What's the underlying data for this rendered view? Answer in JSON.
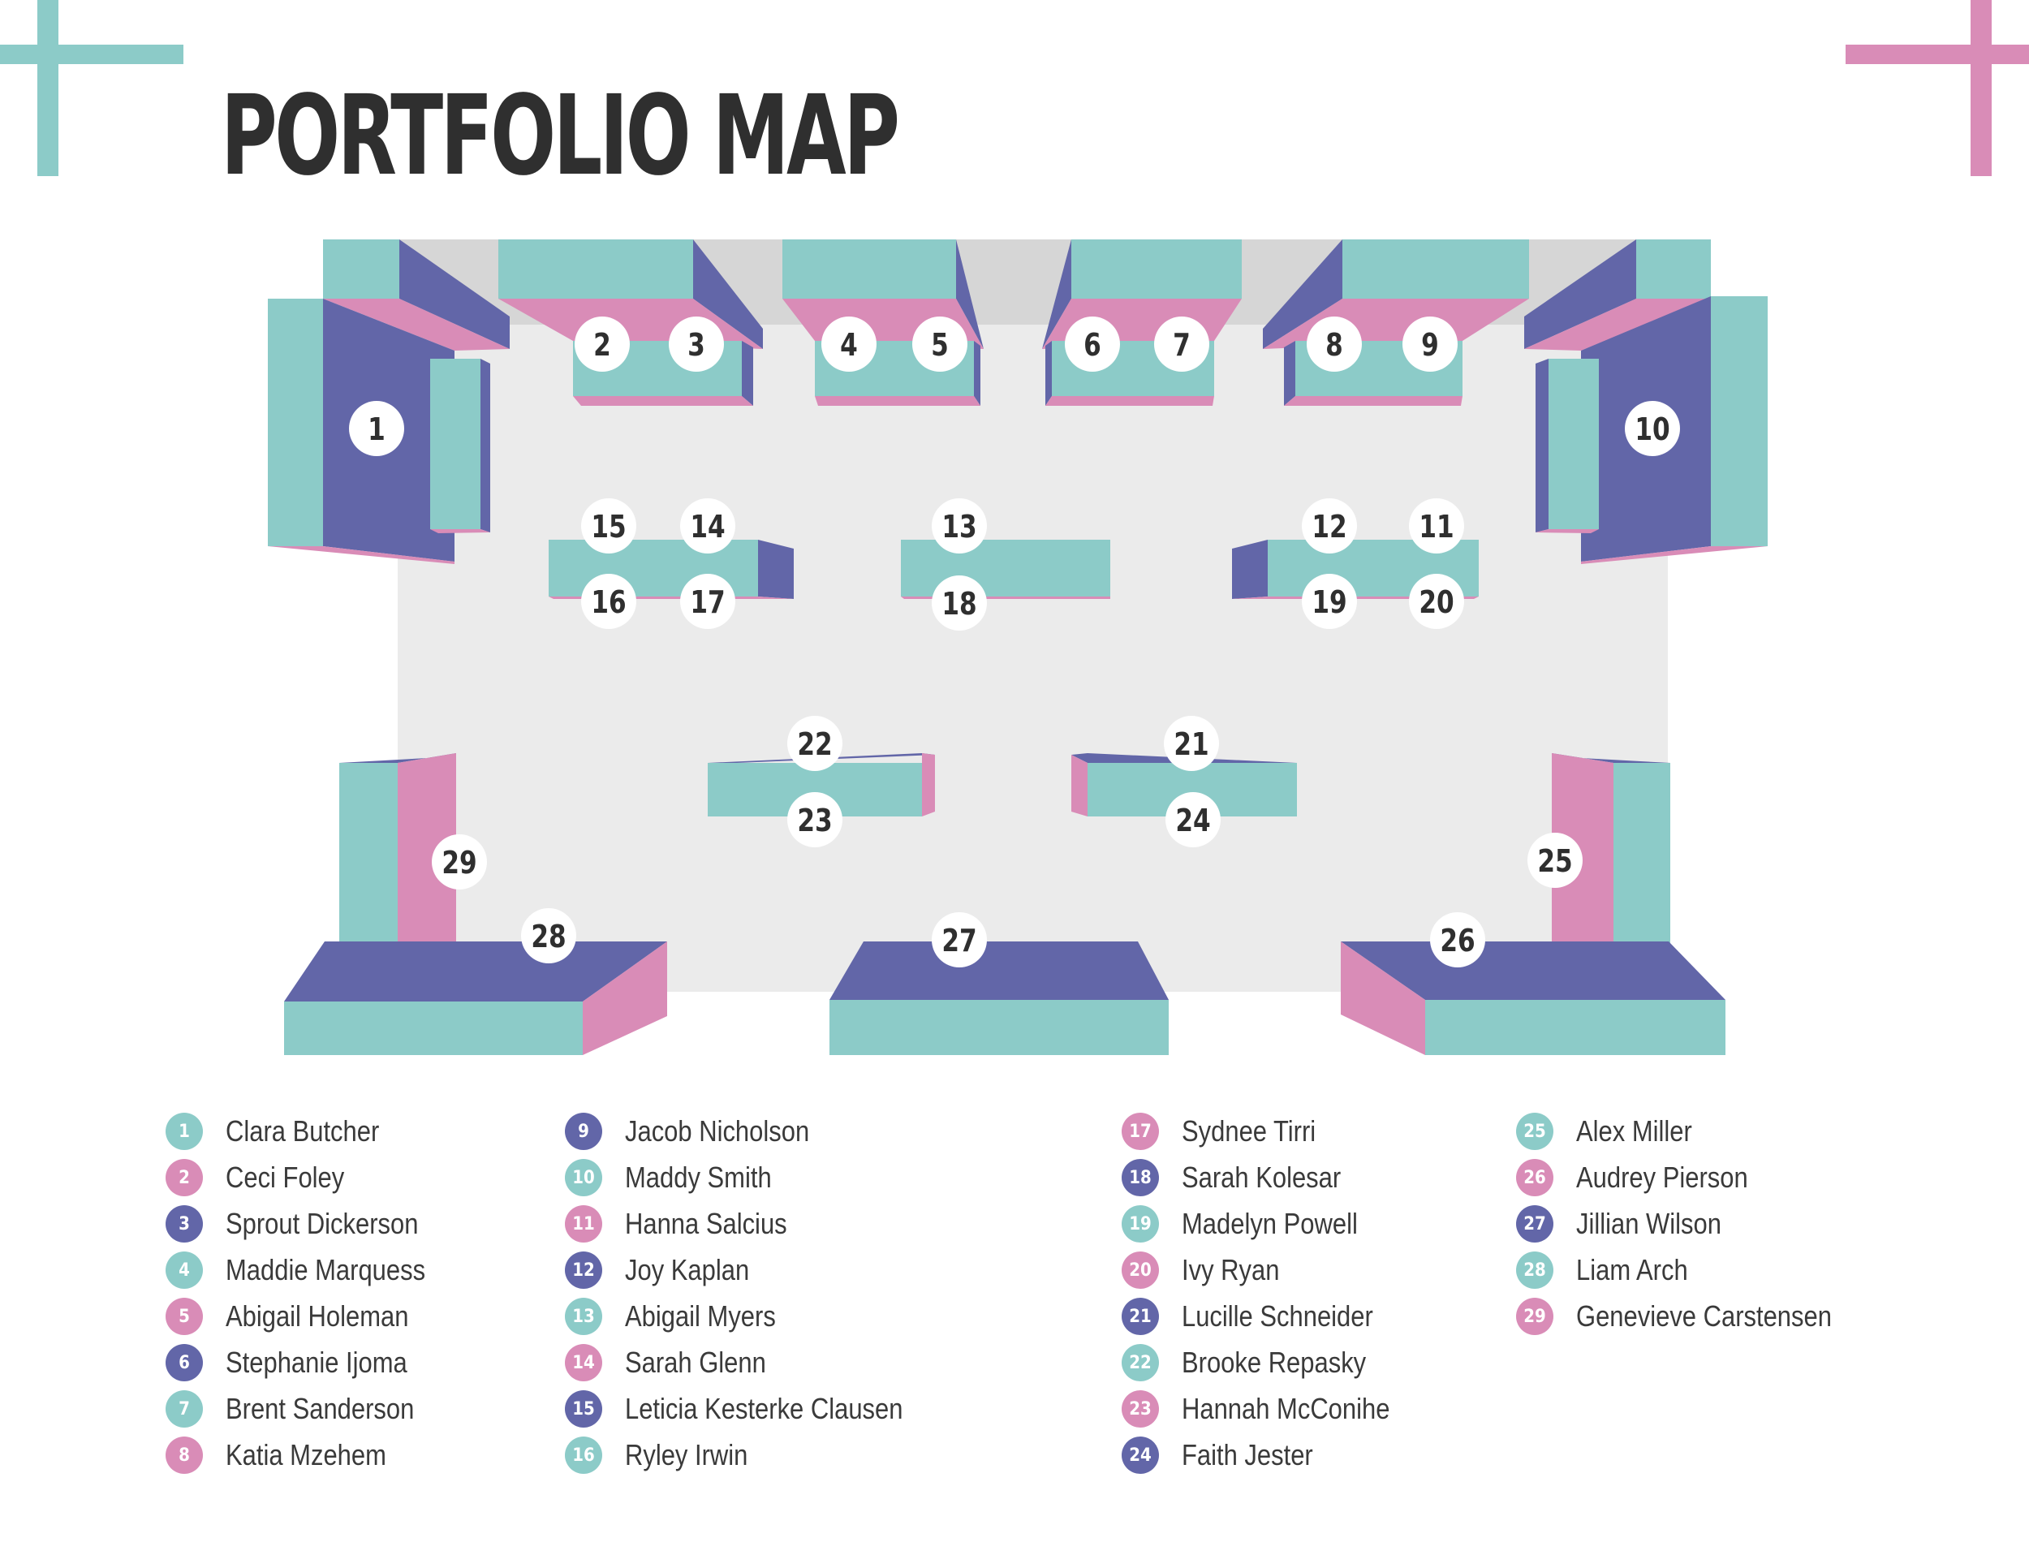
{
  "title": "PORTFOLIO MAP",
  "colors": {
    "teal": "#8ccbc8",
    "pink": "#d98cb7",
    "purple": "#6266a8",
    "floor": "#ebebeb",
    "wall": "#d6d6d6",
    "title": "#2f2f2f"
  },
  "decor": [
    "plus-mark-teal",
    "plus-mark-pink"
  ],
  "markers": [
    "1",
    "2",
    "3",
    "4",
    "5",
    "6",
    "7",
    "8",
    "9",
    "10",
    "11",
    "12",
    "13",
    "14",
    "15",
    "16",
    "17",
    "18",
    "19",
    "20",
    "21",
    "22",
    "23",
    "24",
    "25",
    "26",
    "27",
    "28",
    "29"
  ],
  "legend": [
    {
      "num": "1",
      "name": "Clara Butcher",
      "color": "teal"
    },
    {
      "num": "2",
      "name": "Ceci Foley",
      "color": "pink"
    },
    {
      "num": "3",
      "name": "Sprout Dickerson",
      "color": "purple"
    },
    {
      "num": "4",
      "name": "Maddie Marquess",
      "color": "teal"
    },
    {
      "num": "5",
      "name": "Abigail Holeman",
      "color": "pink"
    },
    {
      "num": "6",
      "name": "Stephanie Ijoma",
      "color": "purple"
    },
    {
      "num": "7",
      "name": "Brent Sanderson",
      "color": "teal"
    },
    {
      "num": "8",
      "name": "Katia Mzehem",
      "color": "pink"
    },
    {
      "num": "9",
      "name": "Jacob Nicholson",
      "color": "purple"
    },
    {
      "num": "10",
      "name": "Maddy Smith",
      "color": "teal"
    },
    {
      "num": "11",
      "name": "Hanna Salcius",
      "color": "pink"
    },
    {
      "num": "12",
      "name": "Joy Kaplan",
      "color": "purple"
    },
    {
      "num": "13",
      "name": "Abigail Myers",
      "color": "teal"
    },
    {
      "num": "14",
      "name": "Sarah Glenn",
      "color": "pink"
    },
    {
      "num": "15",
      "name": "Leticia Kesterke Clausen",
      "color": "purple"
    },
    {
      "num": "16",
      "name": "Ryley Irwin",
      "color": "teal"
    },
    {
      "num": "17",
      "name": "Sydnee Tirri",
      "color": "pink"
    },
    {
      "num": "18",
      "name": "Sarah Kolesar",
      "color": "purple"
    },
    {
      "num": "19",
      "name": "Madelyn Powell",
      "color": "teal"
    },
    {
      "num": "20",
      "name": "Ivy Ryan",
      "color": "pink"
    },
    {
      "num": "21",
      "name": "Lucille Schneider",
      "color": "purple"
    },
    {
      "num": "22",
      "name": "Brooke Repasky",
      "color": "teal"
    },
    {
      "num": "23",
      "name": "Hannah McConihe",
      "color": "pink"
    },
    {
      "num": "24",
      "name": "Faith Jester",
      "color": "purple"
    },
    {
      "num": "25",
      "name": "Alex Miller",
      "color": "teal"
    },
    {
      "num": "26",
      "name": "Audrey Pierson",
      "color": "pink"
    },
    {
      "num": "27",
      "name": "Jillian Wilson",
      "color": "purple"
    },
    {
      "num": "28",
      "name": "Liam Arch",
      "color": "teal"
    },
    {
      "num": "29",
      "name": "Genevieve Carstensen",
      "color": "pink"
    }
  ]
}
